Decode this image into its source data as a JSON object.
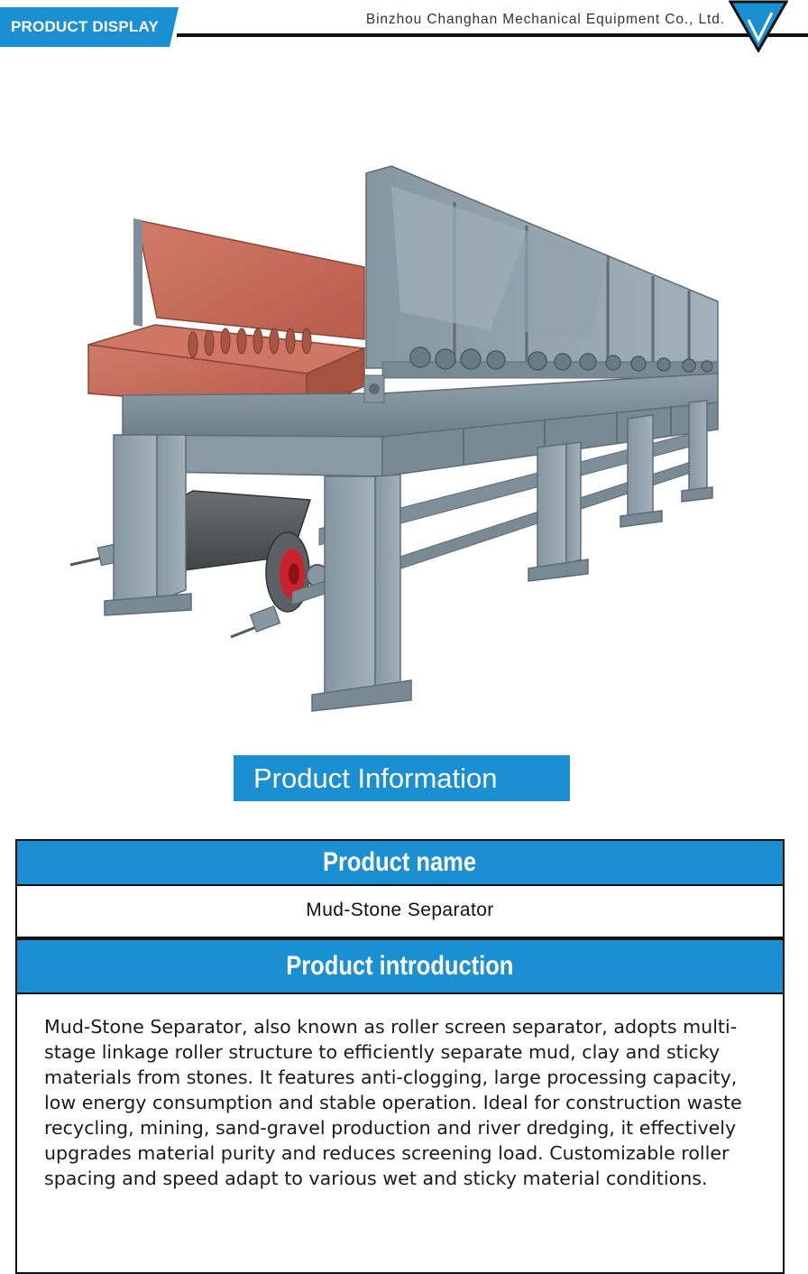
{
  "header": {
    "badge_label": "PRODUCT DISPLAY",
    "company_name": "Binzhou Changhan Mechanical Equipment Co., Ltd.",
    "logo_icon": "v-triangle-logo-icon"
  },
  "photo": {
    "subject_icon": "mud-stone-separator-machine-image"
  },
  "info_banner": {
    "label": "Product Information"
  },
  "table": {
    "name_header": "Product name",
    "name_value": "Mud-Stone Separator",
    "intro_header": "Product introduction",
    "intro_text": "Mud-Stone Separator, also known as roller screen separator, adopts multi-stage linkage roller structure to efficiently separate mud, clay and sticky materials from stones. It features anti-clogging, large processing capacity, low energy consumption and stable operation. Ideal for construction waste recycling, mining, sand-gravel production and river dredging, it effectively upgrades material purity and reduces screening load. Customizable roller spacing and speed adapt to various wet and sticky material conditions."
  },
  "colors": {
    "accent_blue": "#1a8fd1",
    "frame_steel": "#7f8f99",
    "hopper_red": "#c46a5a",
    "border_black": "#111111"
  }
}
